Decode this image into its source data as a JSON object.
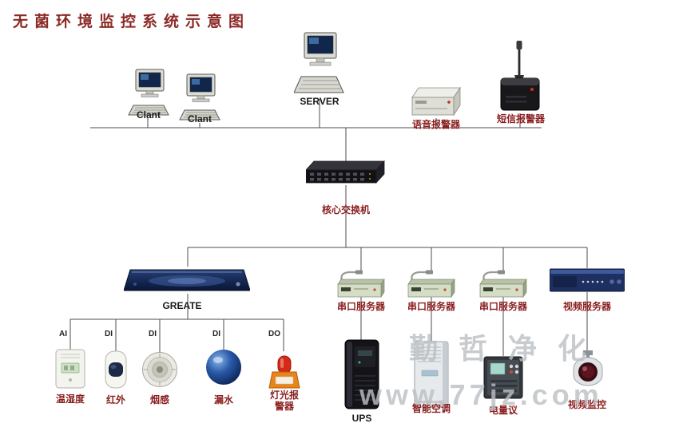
{
  "title": "无菌环境监控系统示意图",
  "nodes": {
    "client1": "Clant",
    "client2": "Clant",
    "server": "SERVER",
    "voice_alarm": "语音报警器",
    "sms_alarm": "短信报警器",
    "core_switch": "核心交换机",
    "greate": "GREATE",
    "serial_server1": "串口服务器",
    "serial_server2": "串口服务器",
    "serial_server3": "串口服务器",
    "video_server": "视频服务器",
    "ups": "UPS",
    "smart_ac": "智能空调",
    "power_meter": "电量议",
    "video_monitor": "视频监控",
    "temp_humidity": "温湿度",
    "infrared": "红外",
    "smoke": "烟感",
    "water_leak": "漏水",
    "light_alarm": "灯光报警器"
  },
  "ports": [
    "AI",
    "DI",
    "DI",
    "DI",
    "DO"
  ],
  "watermark": {
    "line1": "勤哲净化",
    "line2": "www.77jz.com"
  },
  "colors": {
    "label": "#8b1f1f",
    "title": "#8b2a26",
    "line": "#4d4d4d",
    "watermark": "#bcc0c4"
  }
}
